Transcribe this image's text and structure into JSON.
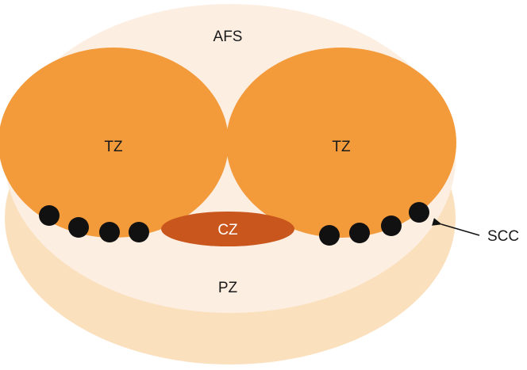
{
  "diagram": {
    "labels": {
      "afs": "AFS",
      "tz_left": "TZ",
      "tz_right": "TZ",
      "cz": "CZ",
      "pz": "PZ",
      "scc": "SCC"
    },
    "colors": {
      "background": "#ffffff",
      "gland_base": "#fbe0bd",
      "gland_top": "#fdeee2",
      "transition_zone": "#f39a3b",
      "central_zone": "#c9561c",
      "glands": "#111111",
      "arrow": "#111111"
    }
  }
}
